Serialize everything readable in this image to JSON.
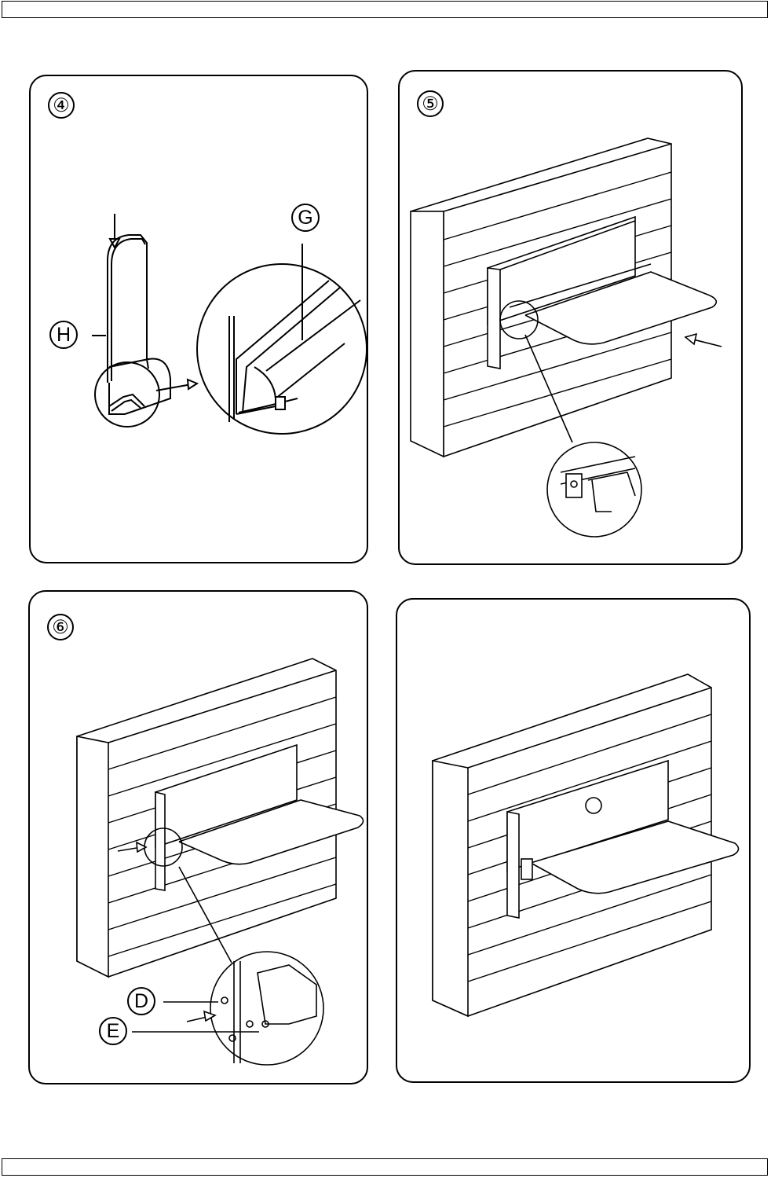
{
  "page": {
    "header_bar": "",
    "footer_bar": ""
  },
  "steps": [
    {
      "number": "④",
      "labels": {
        "H": "H",
        "G": "G"
      }
    },
    {
      "number": "⑤"
    },
    {
      "number": "⑥",
      "labels": {
        "D": "D",
        "E": "E"
      }
    },
    {
      "number": ""
    }
  ],
  "colors": {
    "line": "#000000",
    "fill": "#ffffff"
  }
}
